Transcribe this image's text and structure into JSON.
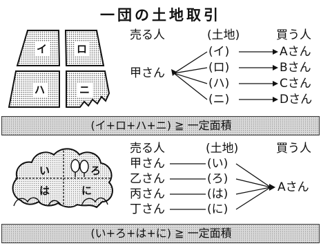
{
  "title": "一団の土地取引",
  "section1": {
    "plots": [
      "イ",
      "ロ",
      "ハ",
      "ニ"
    ],
    "header_seller": "売る人",
    "header_land": "(土地)",
    "header_buyer": "買う人",
    "seller": "甲さん",
    "lands": [
      "(イ)",
      "(ロ)",
      "(ハ)",
      "(ニ)"
    ],
    "buyers": [
      "Aさん",
      "Bさん",
      "Cさん",
      "Dさん"
    ],
    "formula": "(イ+ロ+ハ+ニ) ≧ 一定面積"
  },
  "section2": {
    "plots": [
      "い",
      "ろ",
      "は",
      "に"
    ],
    "header_seller": "売る人",
    "header_land": "(土地)",
    "header_buyer": "買う人",
    "sellers": [
      "甲さん",
      "乙さん",
      "丙さん",
      "丁さん"
    ],
    "lands": [
      "(い)",
      "(ろ)",
      "(は)",
      "(に)"
    ],
    "buyer": "Aさん",
    "formula": "(い+ろ+は+に) ≧ 一定面積"
  }
}
